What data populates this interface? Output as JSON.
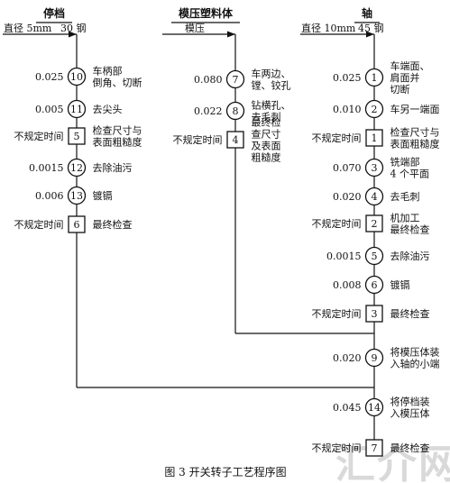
{
  "columns": [
    {
      "title": "停档",
      "material_left": "直径 5mm",
      "material_right": "30 钢",
      "steps": [
        {
          "time": "0.025",
          "shape": "circle",
          "no": "10",
          "desc": [
            "车柄部",
            "倒角、切断"
          ]
        },
        {
          "time": "0.005",
          "shape": "circle",
          "no": "11",
          "desc": [
            "去尖头"
          ]
        },
        {
          "time": "不规定时间",
          "shape": "square",
          "no": "5",
          "desc": [
            "检查尺寸与",
            "表面粗糙度"
          ]
        },
        {
          "time": "0.0015",
          "shape": "circle",
          "no": "12",
          "desc": [
            "去除油污"
          ]
        },
        {
          "time": "0.006",
          "shape": "circle",
          "no": "13",
          "desc": [
            "镀镉"
          ]
        },
        {
          "time": "不规定时间",
          "shape": "square",
          "no": "6",
          "desc": [
            "最终检查"
          ]
        }
      ]
    },
    {
      "title": "模压塑料体",
      "material_left": "模压",
      "material_right": "",
      "steps": [
        {
          "time": "0.080",
          "shape": "circle",
          "no": "7",
          "desc": [
            "车两边、",
            "镗、铰孔"
          ]
        },
        {
          "time": "0.022",
          "shape": "circle",
          "no": "8",
          "desc": [
            "钻横孔、",
            "去毛刺"
          ]
        },
        {
          "time": "不规定时间",
          "shape": "square",
          "no": "4",
          "desc": [
            "最终检",
            "查尺寸",
            "及表面",
            "粗糙度"
          ]
        }
      ]
    },
    {
      "title": "轴",
      "material_left": "直径 10mm",
      "material_right": "45 钢",
      "steps": [
        {
          "time": "0.025",
          "shape": "circle",
          "no": "1",
          "desc": [
            "车端面、",
            "肩面并",
            "切断"
          ]
        },
        {
          "time": "0.010",
          "shape": "circle",
          "no": "2",
          "desc": [
            "车另一端面"
          ]
        },
        {
          "time": "不规定时间",
          "shape": "square",
          "no": "1",
          "desc": [
            "检查尺寸与",
            "表面粗糙度"
          ]
        },
        {
          "time": "0.070",
          "shape": "circle",
          "no": "3",
          "desc": [
            "铣端部",
            "4 个平面"
          ]
        },
        {
          "time": "0.020",
          "shape": "circle",
          "no": "4",
          "desc": [
            "去毛刺"
          ]
        },
        {
          "time": "不规定时间",
          "shape": "square",
          "no": "2",
          "desc": [
            "机加工",
            "最终检查"
          ]
        },
        {
          "time": "0.0015",
          "shape": "circle",
          "no": "5",
          "desc": [
            "去除油污"
          ]
        },
        {
          "time": "0.008",
          "shape": "circle",
          "no": "6",
          "desc": [
            "镀镉"
          ]
        },
        {
          "time": "不规定时间",
          "shape": "square",
          "no": "3",
          "desc": [
            "最终检查"
          ]
        }
      ]
    }
  ],
  "assembly": [
    {
      "time": "0.020",
      "shape": "circle",
      "no": "9",
      "desc": [
        "将模压体装",
        "入轴的小端"
      ]
    },
    {
      "time": "0.045",
      "shape": "circle",
      "no": "14",
      "desc": [
        "将停档装",
        "入模压体"
      ]
    },
    {
      "time": "不规定时间",
      "shape": "square",
      "no": "7",
      "desc": [
        "最终检查"
      ]
    }
  ],
  "caption": "图 3    开关转子工艺程序图",
  "watermark": "汇介网",
  "colors": {
    "ink": "#111111",
    "watermark": "#d9d9d9"
  }
}
